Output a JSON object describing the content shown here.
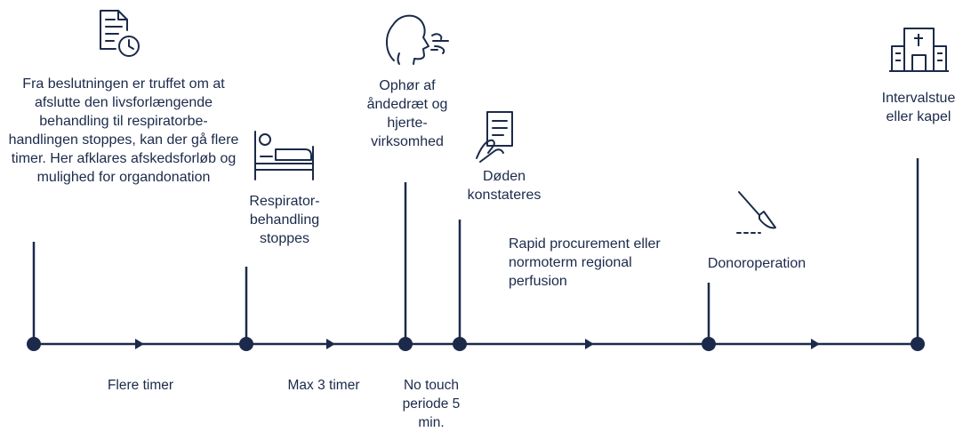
{
  "colors": {
    "navy": "#1b2a4a",
    "background": "#ffffff"
  },
  "events": [
    {
      "icon": "document-clock-icon",
      "text": "Fra beslutningen er truffet om at afslutte den livsforlængende behandling til respiratorbe-handlingen stoppes, kan der gå flere timer. Her afklares afskedsforløb og mulighed for organdonation"
    },
    {
      "icon": "hospital-bed-icon",
      "text": "Respirator-behandling stoppes"
    },
    {
      "icon": "breathing-head-icon",
      "text": "Ophør af åndedræt og hjerte-virksomhed"
    },
    {
      "icon": "hand-document-icon",
      "text": "Døden konstateres"
    },
    {
      "icon": "",
      "text": "Rapid procurement eller normoterm regional perfusion"
    },
    {
      "icon": "scalpel-icon",
      "text": "Donoroperation"
    },
    {
      "icon": "chapel-building-icon",
      "text": "Intervalstue eller kapel"
    }
  ],
  "intervals": [
    {
      "text": "Flere timer"
    },
    {
      "text": "Max 3 timer"
    },
    {
      "text": "No touch periode 5 min."
    }
  ]
}
